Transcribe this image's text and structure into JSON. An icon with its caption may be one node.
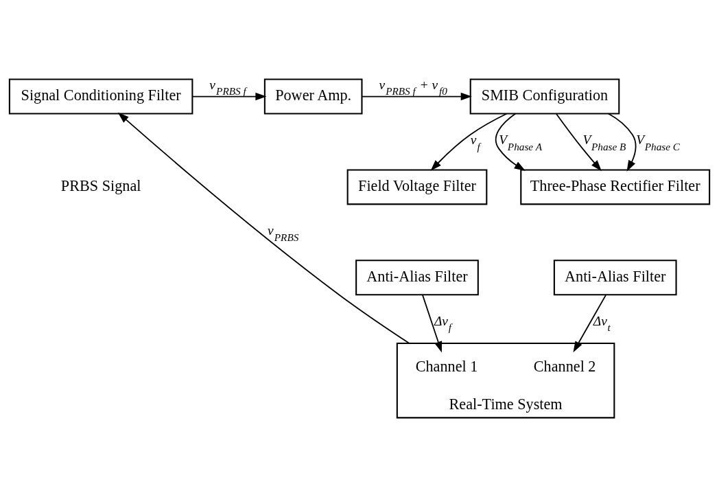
{
  "diagram": {
    "nodes": [
      {
        "text": [
          "Signal Conditioning Filter"
        ]
      },
      {
        "text": [
          "Power Amp."
        ]
      },
      {
        "text": [
          "SMIB Configuration"
        ]
      },
      {
        "text": [
          "Field Voltage Filter"
        ]
      },
      {
        "text": [
          "Anti-Alias Filter"
        ]
      },
      {
        "text": [
          "Three-Phase Rectifier Filter"
        ]
      },
      {
        "text": [
          "Anti-Alias Filter"
        ]
      },
      {
        "text": [
          "Real-Time System"
        ]
      },
      {
        "text": [
          "Channel 1"
        ],
        "in": 7
      },
      {
        "text": [
          "Channel 2"
        ],
        "in": 7
      }
    ],
    "edges": [
      {
        "from": 7,
        "to": 0,
        "arrow": "to",
        "label": "v$_{PRBS}$"
      },
      {
        "from": 0,
        "to": 1,
        "arrow": "to",
        "label": "v$_{PRBS f}$"
      },
      {
        "from": 1,
        "to": 2,
        "arrow": "to",
        "label": "v$_{PRBS f}$ + v$_{f0}$"
      },
      {
        "from": 2,
        "to": 3,
        "arrow": "to",
        "label": "v$_{f}$"
      },
      {
        "from": 2,
        "to": 5,
        "arrow": "to",
        "label": "V$_{Phase A}$"
      },
      {
        "from": 2,
        "to": 5,
        "arrow": "to",
        "label": "V$_{Phase B}$"
      },
      {
        "from": 2,
        "to": 5,
        "arrow": "to",
        "label": "V$_{Phase C}$"
      },
      {
        "from": 4,
        "to": 8,
        "arrow": "to",
        "label": "Δv$_{f}$"
      },
      {
        "from": 6,
        "to": 9,
        "arrow": "to",
        "label": "Δv$_{t}$"
      }
    ],
    "labels": [
      "PRBS Signal"
    ]
  }
}
